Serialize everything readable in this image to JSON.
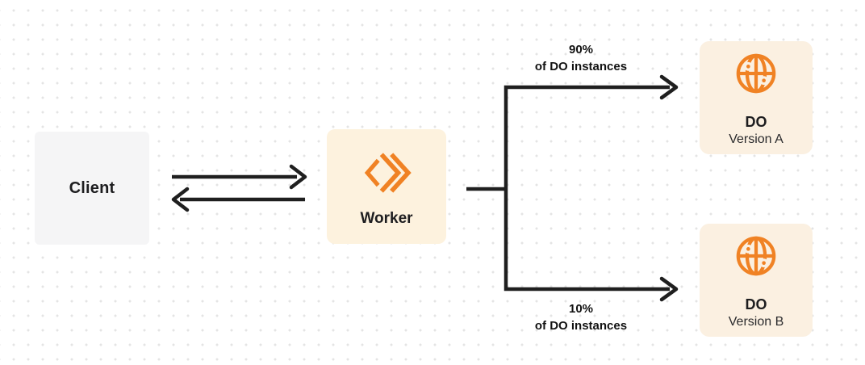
{
  "client": {
    "label": "Client"
  },
  "worker": {
    "label": "Worker"
  },
  "do_version_a": {
    "label": "DO",
    "version": "Version A"
  },
  "do_version_b": {
    "label": "DO",
    "version": "Version B"
  },
  "edges": {
    "top": {
      "percent": "90%",
      "caption": "of DO instances"
    },
    "bottom": {
      "percent": "10%",
      "caption": "of DO instances"
    }
  },
  "icons": {
    "worker": "workers-chevron-icon",
    "durable_object": "globe-icon"
  },
  "colors": {
    "accent_orange": "#f08224",
    "worker_box_bg": "#fdf2de",
    "do_box_bg": "#fbf0e1",
    "client_box_bg": "#f5f5f6",
    "connector_line": "#1f1f1f",
    "dot_grid": "#e4e4e4",
    "background": "#ffffff",
    "text_dark": "#1d1d1f"
  }
}
